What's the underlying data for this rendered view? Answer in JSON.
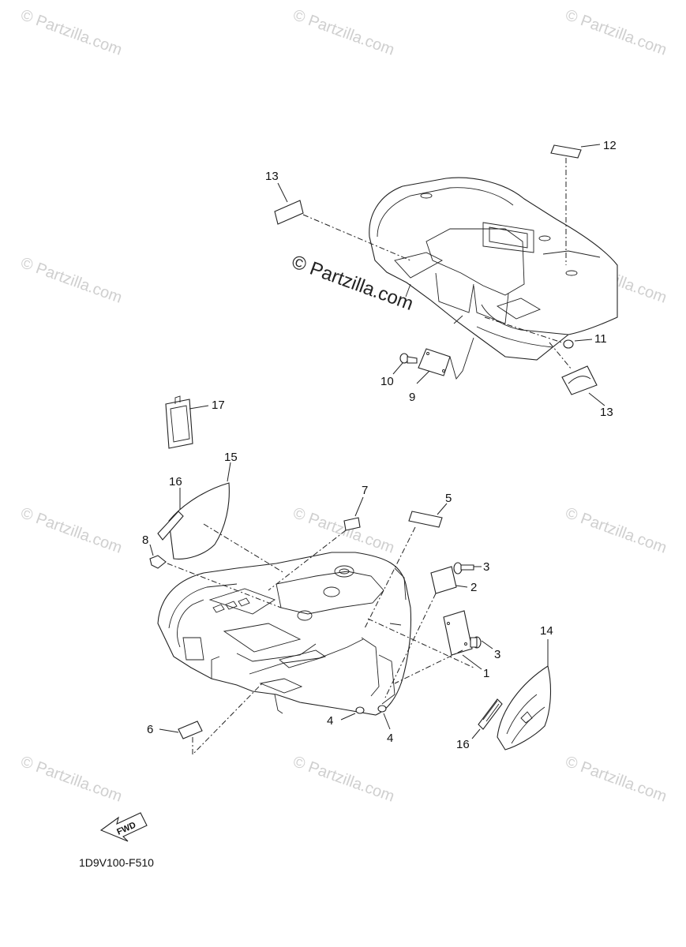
{
  "watermark": {
    "text": "© Partzilla.com",
    "center_text": "© Partzilla.com"
  },
  "diagram_code": "1D9V100-F510",
  "fwd_label": "FWD",
  "callouts": {
    "c1": "1",
    "c2": "2",
    "c3a": "3",
    "c3b": "3",
    "c4a": "4",
    "c4b": "4",
    "c5": "5",
    "c6": "6",
    "c7": "7",
    "c8": "8",
    "c9": "9",
    "c10": "10",
    "c11": "11",
    "c12": "12",
    "c13a": "13",
    "c13b": "13",
    "c14": "14",
    "c15": "15",
    "c16a": "16",
    "c16b": "16",
    "c17": "17"
  },
  "colors": {
    "line": "#222222",
    "watermark": "#cfcfcf",
    "background": "#ffffff"
  }
}
